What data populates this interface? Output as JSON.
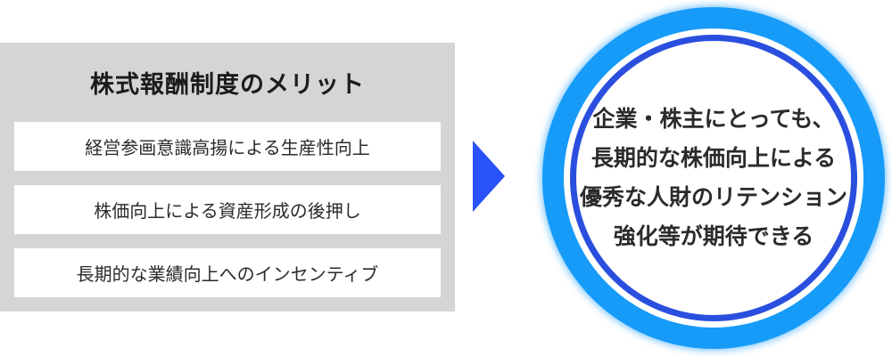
{
  "panel": {
    "title": "株式報酬制度のメリット",
    "items": [
      "経営参画意識高揚による生産性向上",
      "株価向上による資産形成の後押し",
      "長期的な業績向上へのインセンティブ"
    ]
  },
  "circle": {
    "lines": [
      "企業・株主にとっても、",
      "長期的な株価向上による",
      "優秀な人財のリテンション",
      "強化等が期待できる"
    ]
  },
  "colors": {
    "panel_bg": "#d5d5d5",
    "box_bg": "#ffffff",
    "title_color": "#1b1b1b",
    "text_color": "#2b2b2b",
    "arrow_color": "#2952fa",
    "ring_outer": "#179bf8",
    "ring_inner": "#2a4fdf"
  }
}
